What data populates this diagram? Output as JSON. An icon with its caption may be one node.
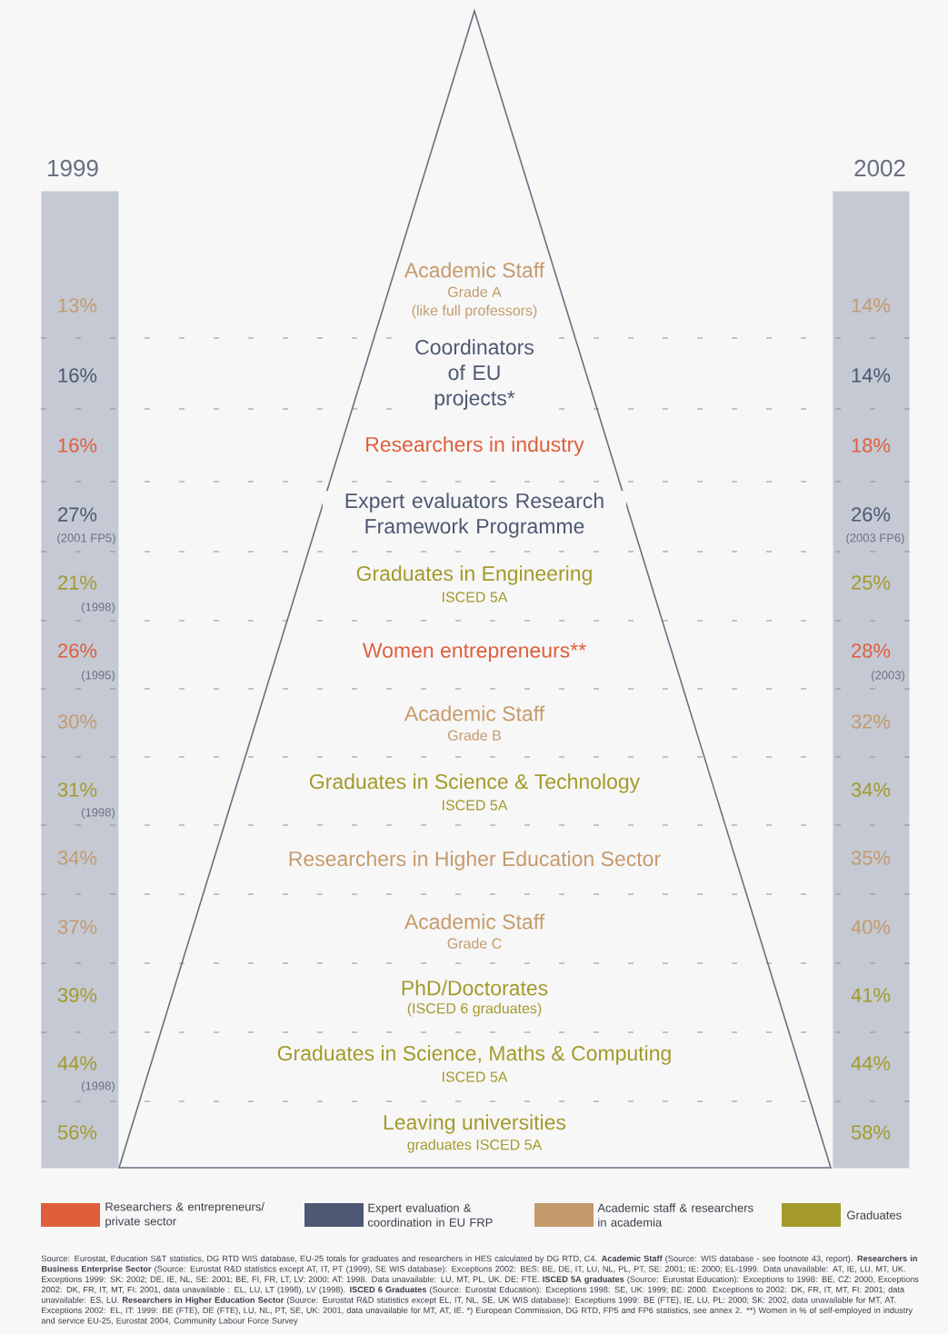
{
  "diagram": {
    "nodes": [
      {
        "text": [
          "1999",
          "13%",
          "16%",
          "16%",
          "27%",
          "(2001 FP5)",
          "21%",
          "(1998)",
          "26%",
          "(1995)",
          "30%",
          "31%",
          "(1998)",
          "34%",
          "37%",
          "39%",
          "44%",
          "(1998)",
          "56%"
        ]
      },
      {
        "text": [
          "Academic Staff",
          "Grade A",
          "(like full professors)",
          "Coordinators of EU projects*",
          "Researchers in industry",
          "Expert evaluators Research Framework Programme",
          "Graduates in Engineering",
          "ISCED 5A",
          "Women entrepreneurs**",
          "Academic Staff",
          "Grade B",
          "Graduates in Science & Technology",
          "ISCED 5A",
          "Researchers in Higher Education Sector",
          "Academic Staff",
          "Grade C",
          "PhD/Doctorates",
          "(ISCED 6 graduates)",
          "Graduates in Science, Maths & Computing",
          "ISCED 5A",
          "Leaving universities",
          "graduates ISCED 5A"
        ]
      },
      {
        "text": [
          "2002",
          "14%",
          "14%",
          "18%",
          "26%",
          "(2003 FP6)",
          "25%",
          "28%",
          "(2003)",
          "32%",
          "34%",
          "35%",
          "40%",
          "41%",
          "44%",
          "58%"
        ]
      }
    ],
    "labels": [
      "Source: Eurostat, Education S&T statistics, DG RTD WIS database, EU-25 totals for graduates and researchers in HES calculated by DG RTD, C4. **Academic Staff** (Source: WIS database - see footnote 43, report). **Researchers in Business Enterprise Sector** (Source: Eurostat R&D statistics except AT, IT, PT (1999), SE WIS database): Exceptions 2002: BES: BE, DE, IT, LU, NL, PL, PT, SE: 2001; IE: 2000; EL-1999. Data unavailable: AT, IE, LU, MT, UK. Exceptions 1999: SK: 2002; DE, IE, NL, SE: 2001; BE, FI, FR, LT, LV: 2000; AT: 1998. Data unavailable: LU, MT, PL, UK. DE: FTE. **ISCED 5A graduates** (Source: Eurostat Education): Exceptions to 1998: BE, CZ: 2000, Exceptions 2002: DK, FR, IT, MT, FI: 2001, data unavailable : EL, LU, LT (1998), LV (1998). **ISCED 6 Graduates** (Source: Eurostat Education): Exceptions 1998: SE, UK: 1999; BE: 2000. Exceptions to 2002: DK, FR, IT, MT, FI: 2001; data unavailable: ES, LU. **Researchers in Higher Education Sector** (Source: Eurostat R&D statistics except EL, IT, NL, SE, UK WIS database): Exceptions 1999: BE (FTE), IE, LU, PL: 2000; SK: 2002, data unavailable for MT, AT. Exceptions 2002: EL, IT: 1999: BE (FTE), DE (FTE), LU, NL, PT, SE, UK: 2001, data unavailable for MT, AT, IE.",
      "*) European Commission, DG RTD, FP5 and FP6 statistics, see annex 2.",
      "**) Women in % of self-employed in industry and service EU-25, Eurostat 2004, Community Labour Force Survey"
    ],
    "legend": [
      {
        "text": "Researchers & entrepreneurs/ private sector",
        "color": "#df5f3c"
      },
      {
        "text": "Expert evaluation & coordination in EU FRP",
        "color": "#4d5872"
      },
      {
        "text": "Academic staff & researchers in academia",
        "color": "#c59a6c"
      },
      {
        "text": "Graduates",
        "color": "#a39a2b"
      }
    ]
  }
}
